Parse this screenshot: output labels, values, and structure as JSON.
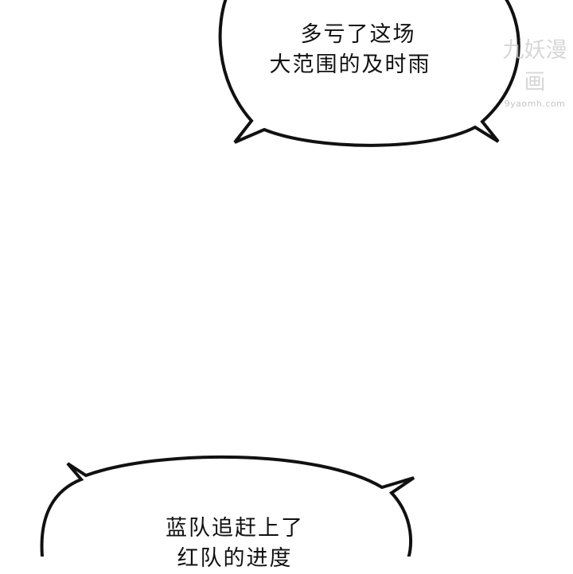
{
  "panel": {
    "background": "#ffffff",
    "line_color": "#111111"
  },
  "bubbles": [
    {
      "id": "top",
      "lines": [
        "多亏了这场",
        "大范围的及时雨"
      ]
    },
    {
      "id": "bottom",
      "lines": [
        "蓝队追赶上了",
        "红队的进度"
      ]
    }
  ],
  "watermark": {
    "main": "九妖漫画",
    "sub": "9yaomh.com"
  }
}
